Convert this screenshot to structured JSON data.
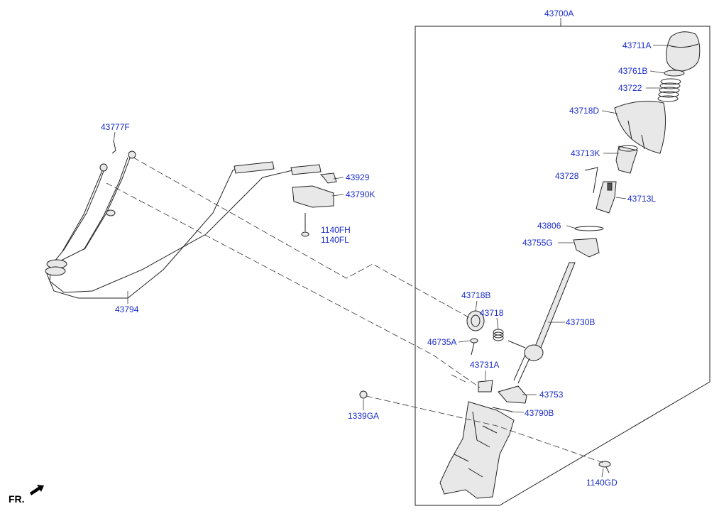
{
  "diagram": {
    "assembly_label": "43700A",
    "part_labels": {
      "p43711A": "43711A",
      "p43761B": "43761B",
      "p43722": "43722",
      "p43718D": "43718D",
      "p43713K": "43713K",
      "p43728": "43728",
      "p43713L": "43713L",
      "p43806": "43806",
      "p43755G": "43755G",
      "p43718B": "43718B",
      "p43718": "43718",
      "p43730B": "43730B",
      "p46735A": "46735A",
      "p43731A": "43731A",
      "p43753": "43753",
      "p43790B": "43790B",
      "p1339GA": "1339GA",
      "p1140GD": "1140GD",
      "p43777F": "43777F",
      "p43929": "43929",
      "p43790K": "43790K",
      "p1140FH": "1140FH",
      "p1140FL": "1140FL",
      "p43794": "43794"
    },
    "direction_label": "FR."
  }
}
